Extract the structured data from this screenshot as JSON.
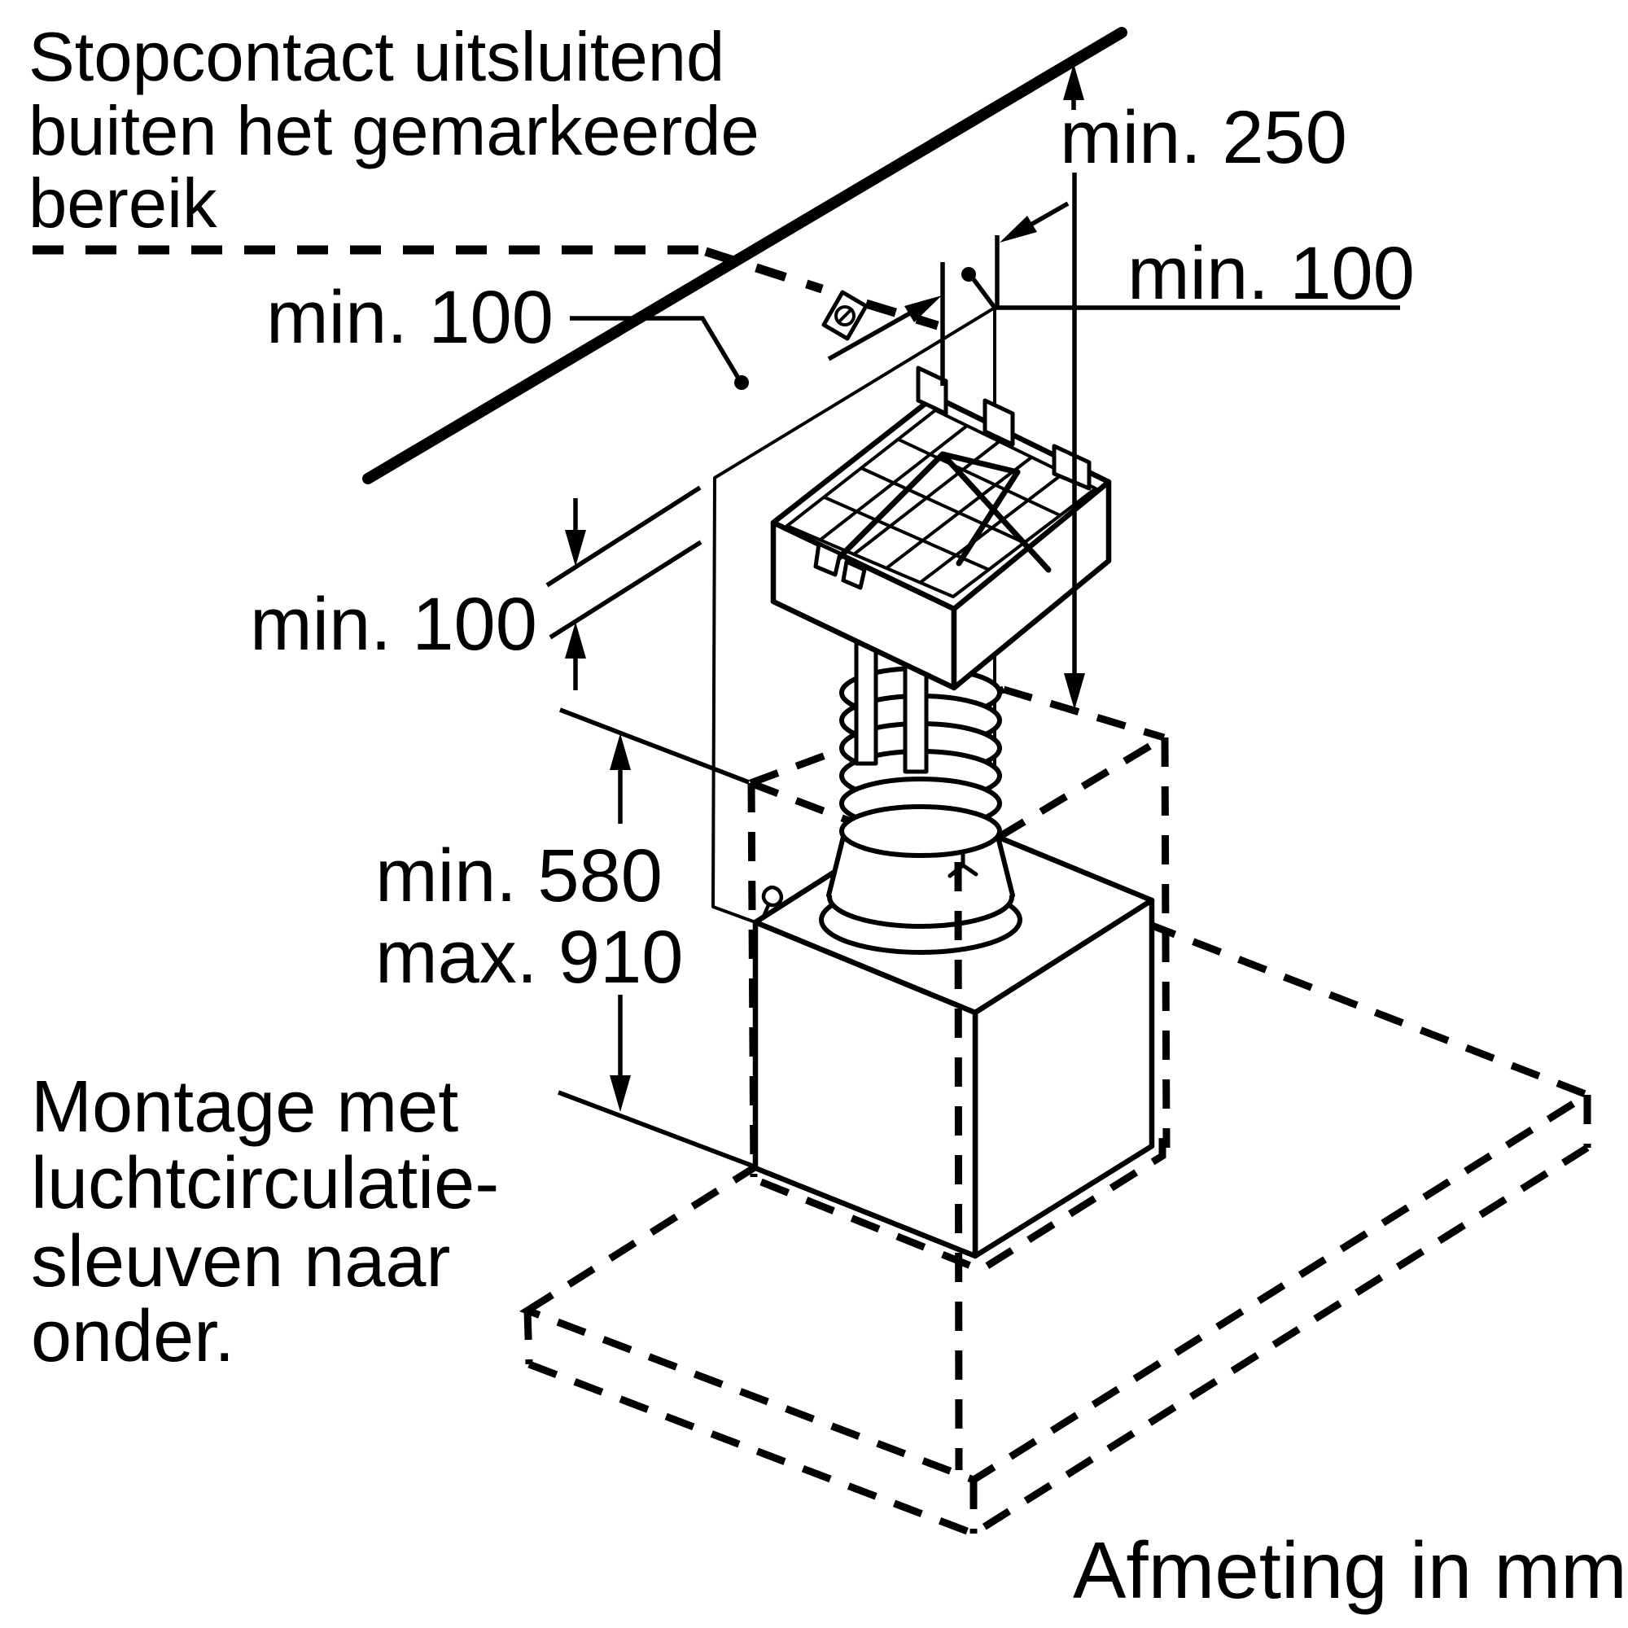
{
  "note_top_left": {
    "lines": [
      "Stopcontact uitsluitend",
      "buiten het gemarkeerde",
      "bereik"
    ]
  },
  "note_bottom_left": {
    "lines": [
      "Montage met",
      "luchtcirculatie-",
      "sleuven naar",
      "onder."
    ]
  },
  "dimensions": {
    "wall_top_clearance": "min. 250",
    "right_side_clearance": "min. 100",
    "wall_point_clearance": "min. 100",
    "panel_gap_clearance": "min. 100",
    "mounting_height_min": "min. 580",
    "mounting_height_max": "max. 910"
  },
  "footer": {
    "units_label": "Afmeting in mm"
  },
  "colors": {
    "ink": "#000000",
    "panel_fill": "#d9d9d9",
    "background": "#ffffff"
  }
}
